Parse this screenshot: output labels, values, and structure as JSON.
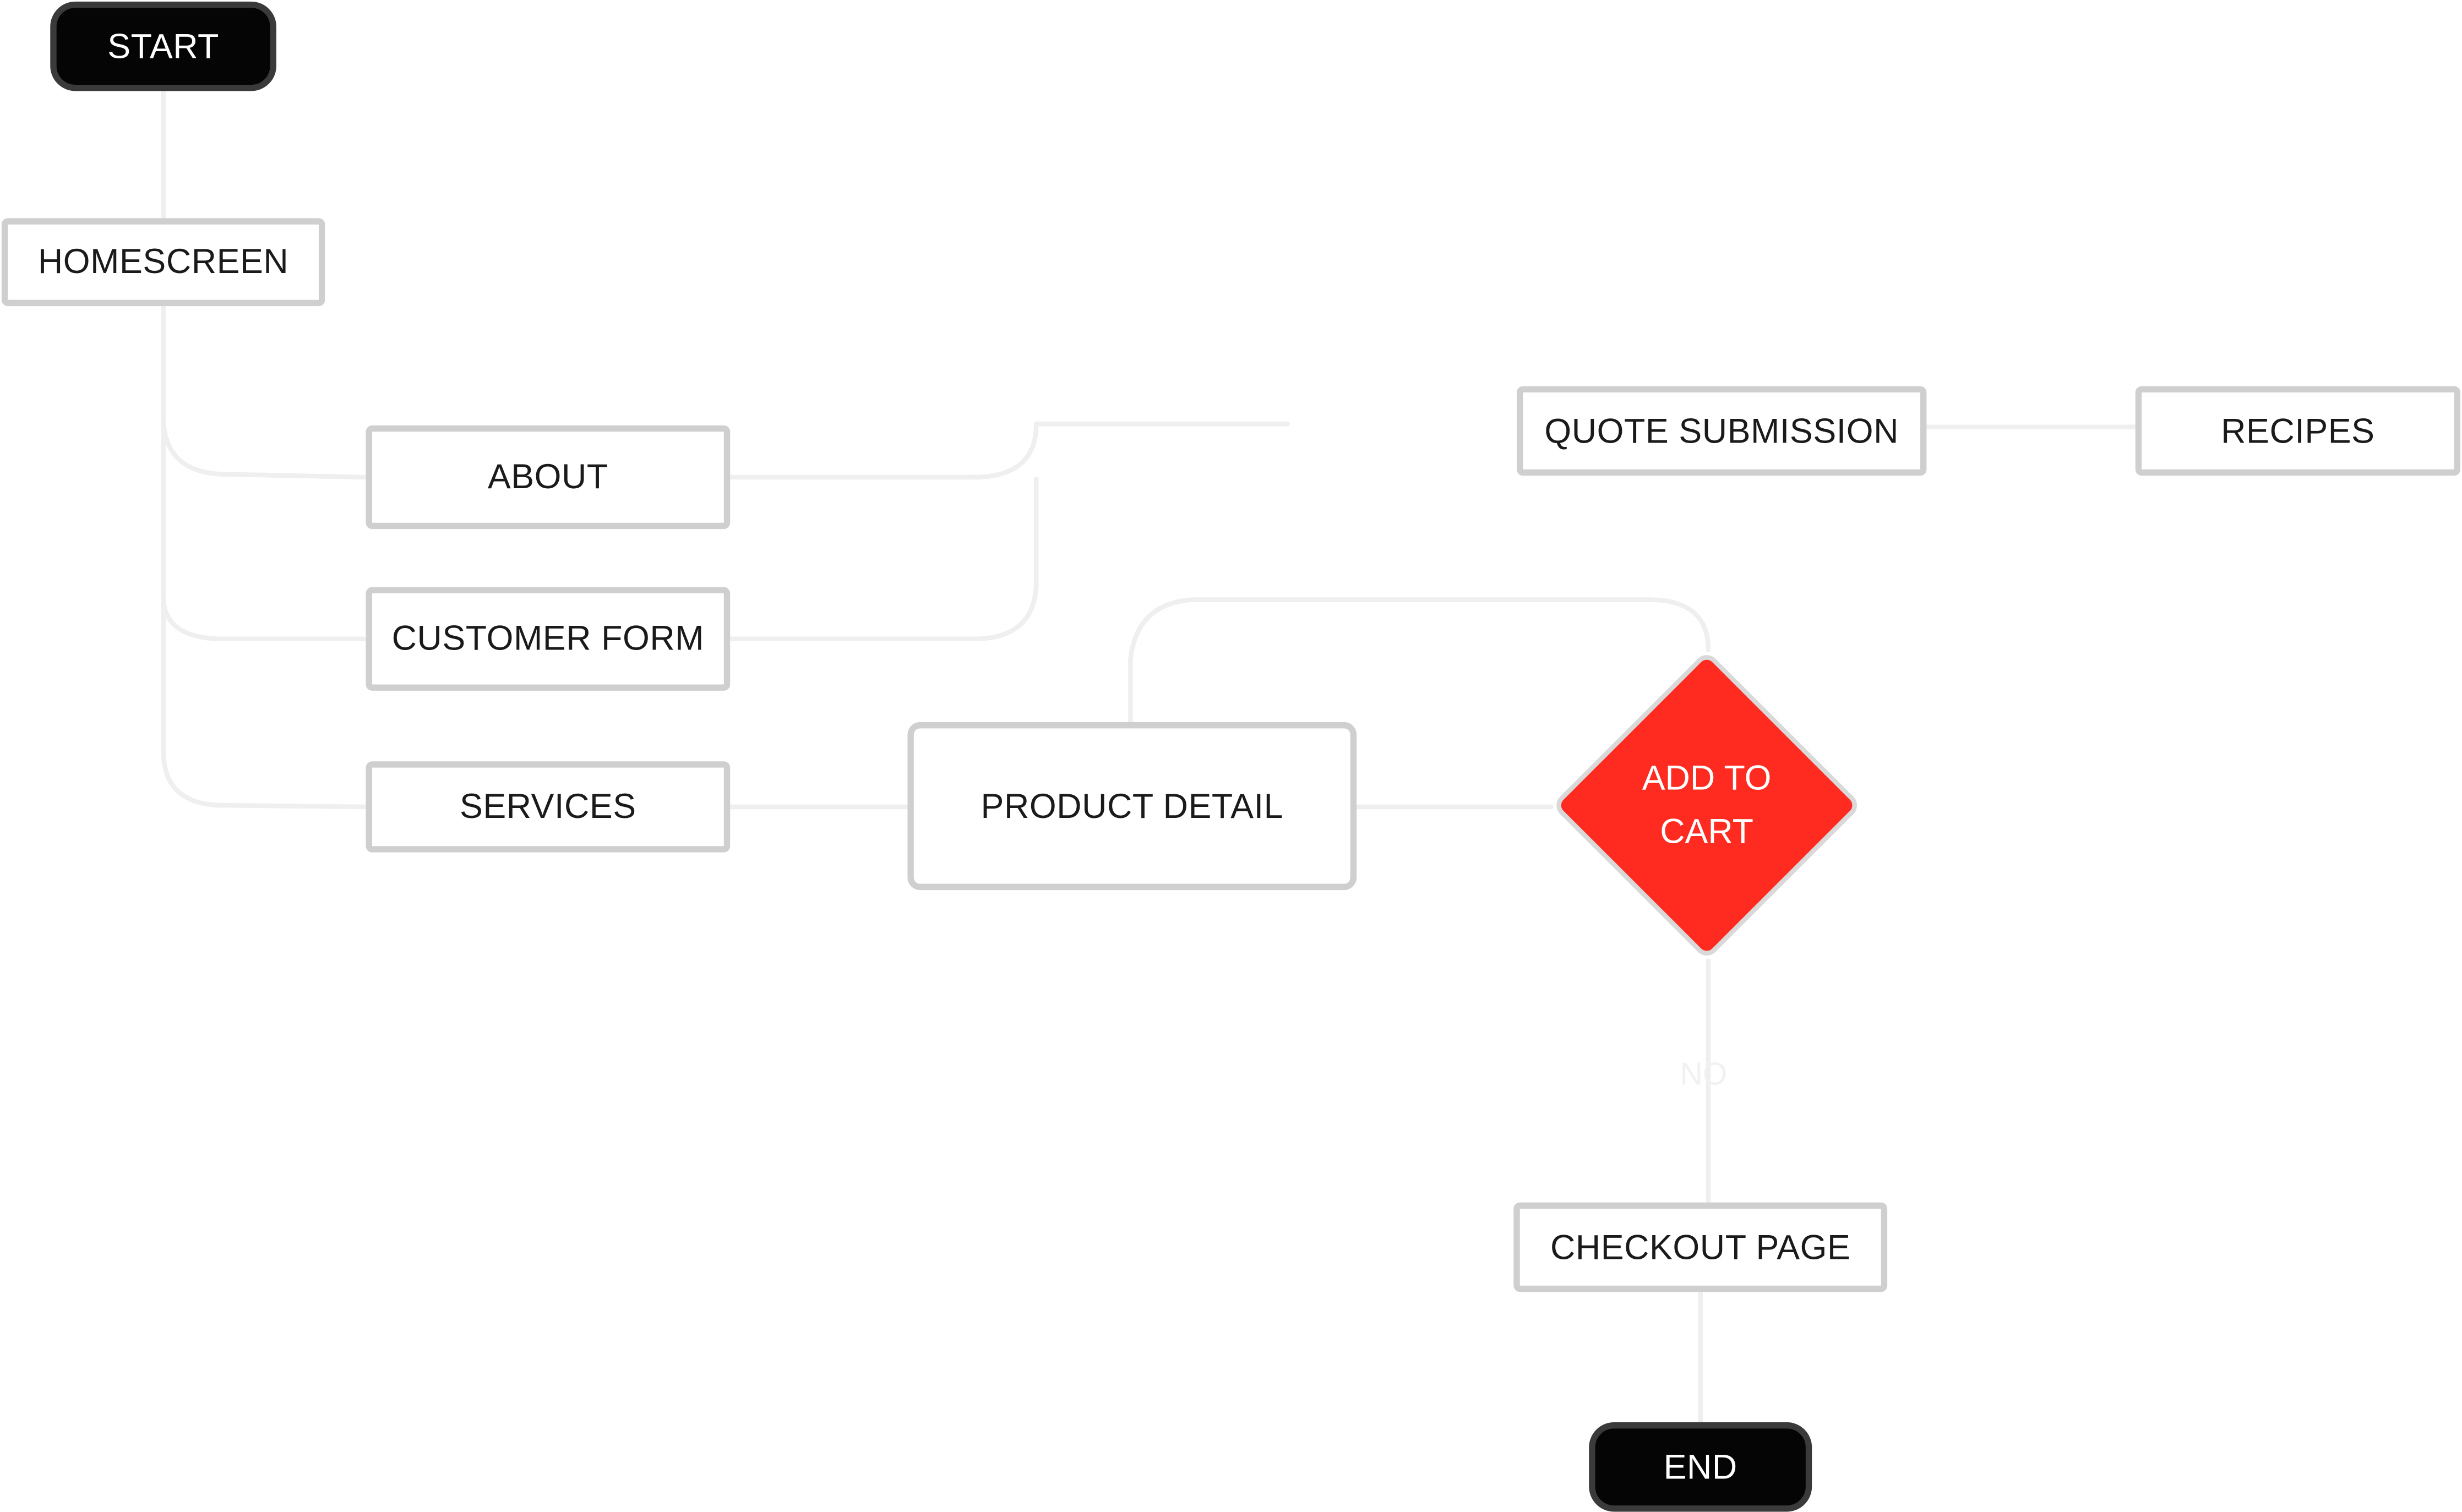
{
  "diagram": {
    "colors": {
      "accent": "#ff2a20",
      "box_border": "#cfcfcf",
      "terminal_fill": "#050505",
      "edge": "#efefef"
    },
    "nodes": {
      "start": "START",
      "homescreen": "HOMESCREEN",
      "about": "ABOUT",
      "customer_form": "CUSTOMER FORM",
      "services": "SERVICES",
      "product_detail": "PRODUCT DETAIL",
      "quote_submission": "QUOTE SUBMISSION",
      "recipes": "RECIPES",
      "add_to_cart_line1": "ADD TO",
      "add_to_cart_line2": "CART",
      "checkout_page": "CHECKOUT PAGE",
      "end": "END"
    },
    "edge_labels": {
      "no": "NO"
    }
  }
}
